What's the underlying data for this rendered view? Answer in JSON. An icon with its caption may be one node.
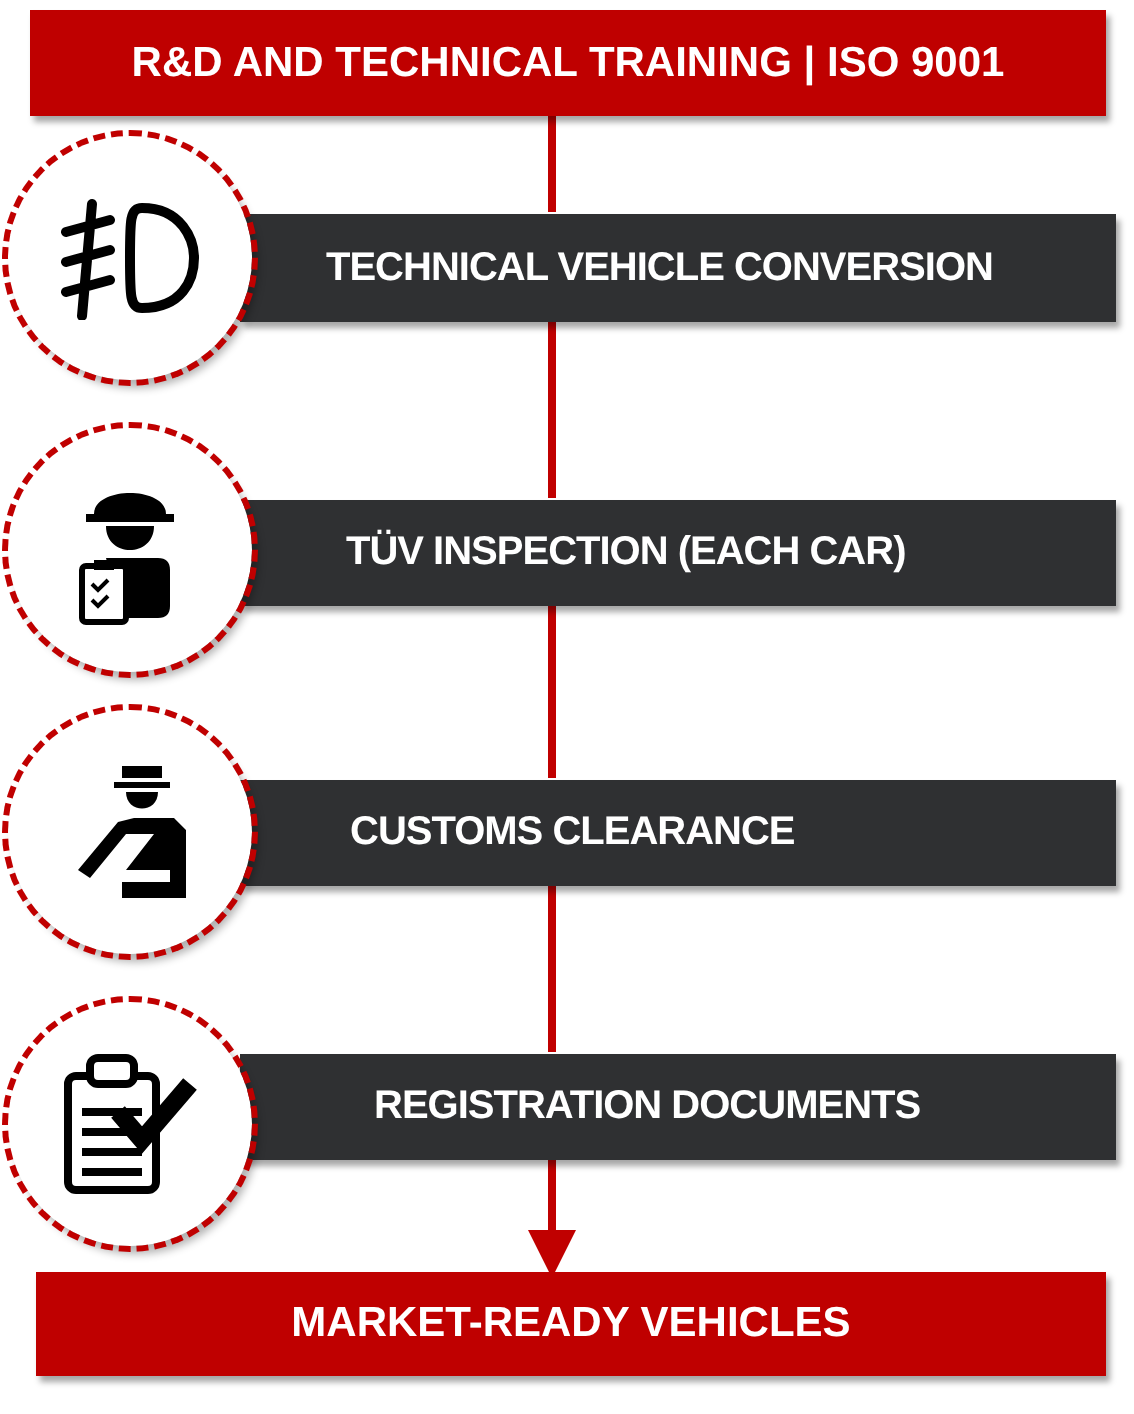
{
  "diagram": {
    "nodes": [
      {
        "text": [
          "R&D AND TECHNICAL TRAINING | ISO 9001"
        ]
      },
      {
        "text": [
          "TECHNICAL VEHICLE CONVERSION"
        ]
      },
      {
        "text": [
          "TÜV INSPECTION (EACH CAR)"
        ]
      },
      {
        "text": [
          "CUSTOMS CLEARANCE"
        ]
      },
      {
        "text": [
          "REGISTRATION DOCUMENTS"
        ]
      },
      {
        "text": [
          "MARKET-READY VEHICLES"
        ]
      }
    ],
    "edges": [
      {
        "from": 0,
        "to": 1,
        "arrow": "none"
      },
      {
        "from": 1,
        "to": 2,
        "arrow": "none"
      },
      {
        "from": 2,
        "to": 3,
        "arrow": "none"
      },
      {
        "from": 3,
        "to": 4,
        "arrow": "none"
      },
      {
        "from": 4,
        "to": 5,
        "arrow": "to"
      }
    ]
  }
}
